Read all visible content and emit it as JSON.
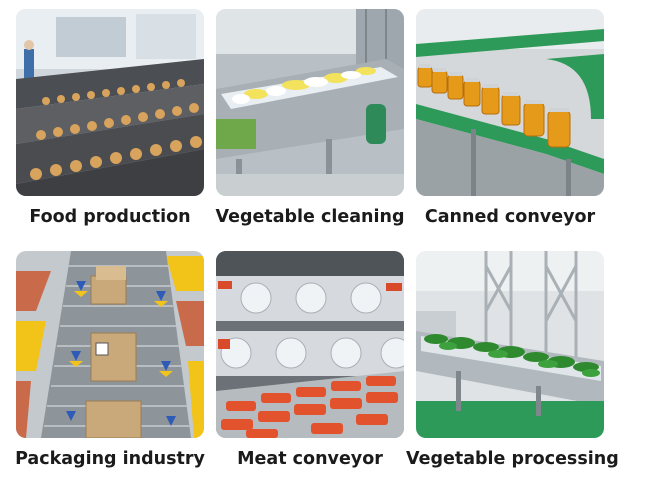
{
  "cards": [
    {
      "caption": "Food production",
      "image_icon": "bakery-line-photo"
    },
    {
      "caption": "Vegetable cleaning",
      "image_icon": "washing-machine-photo"
    },
    {
      "caption": "Canned conveyor",
      "image_icon": "jar-conveyor-photo"
    },
    {
      "caption": "Packaging industry",
      "image_icon": "carton-conveyor-photo"
    },
    {
      "caption": "Meat conveyor",
      "image_icon": "meat-belt-photo"
    },
    {
      "caption": "Vegetable processing",
      "image_icon": "greens-flume-photo"
    }
  ]
}
